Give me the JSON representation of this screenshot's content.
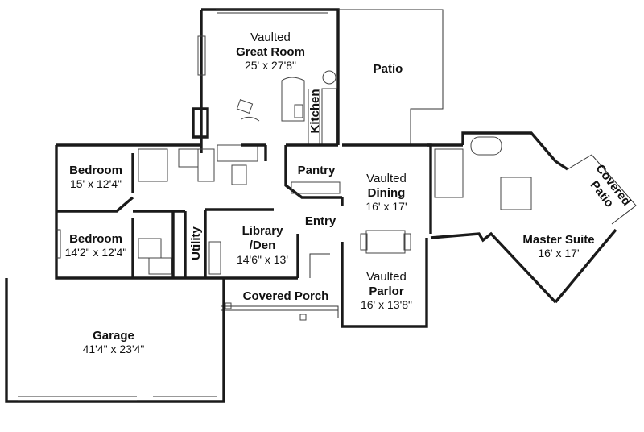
{
  "rooms": {
    "great_room": {
      "qualifier": "Vaulted",
      "name": "Great Room",
      "dims": "25' x 27'8\""
    },
    "patio": {
      "name": "Patio"
    },
    "kitchen": {
      "name": "Kitchen"
    },
    "pantry": {
      "name": "Pantry"
    },
    "dining": {
      "qualifier": "Vaulted",
      "name": "Dining",
      "dims": "16' x 17'"
    },
    "bedroom_1": {
      "name": "Bedroom",
      "dims": "15' x 12'4\""
    },
    "bedroom_2": {
      "name": "Bedroom",
      "dims": "14'2\" x 12'4\""
    },
    "utility": {
      "name": "Utility"
    },
    "library": {
      "name_line1": "Library",
      "name_line2": "/Den",
      "dims": "14'6\" x 13'"
    },
    "entry": {
      "name": "Entry"
    },
    "parlor": {
      "qualifier": "Vaulted",
      "name": "Parlor",
      "dims": "16' x 13'8\""
    },
    "covered_porch": {
      "name": "Covered Porch"
    },
    "garage": {
      "name": "Garage",
      "dims": "41'4\" x 23'4\""
    },
    "master_suite": {
      "name": "Master Suite",
      "dims": "16' x 17'"
    },
    "covered_patio": {
      "name_line1": "Covered",
      "name_line2": "Patio"
    }
  }
}
